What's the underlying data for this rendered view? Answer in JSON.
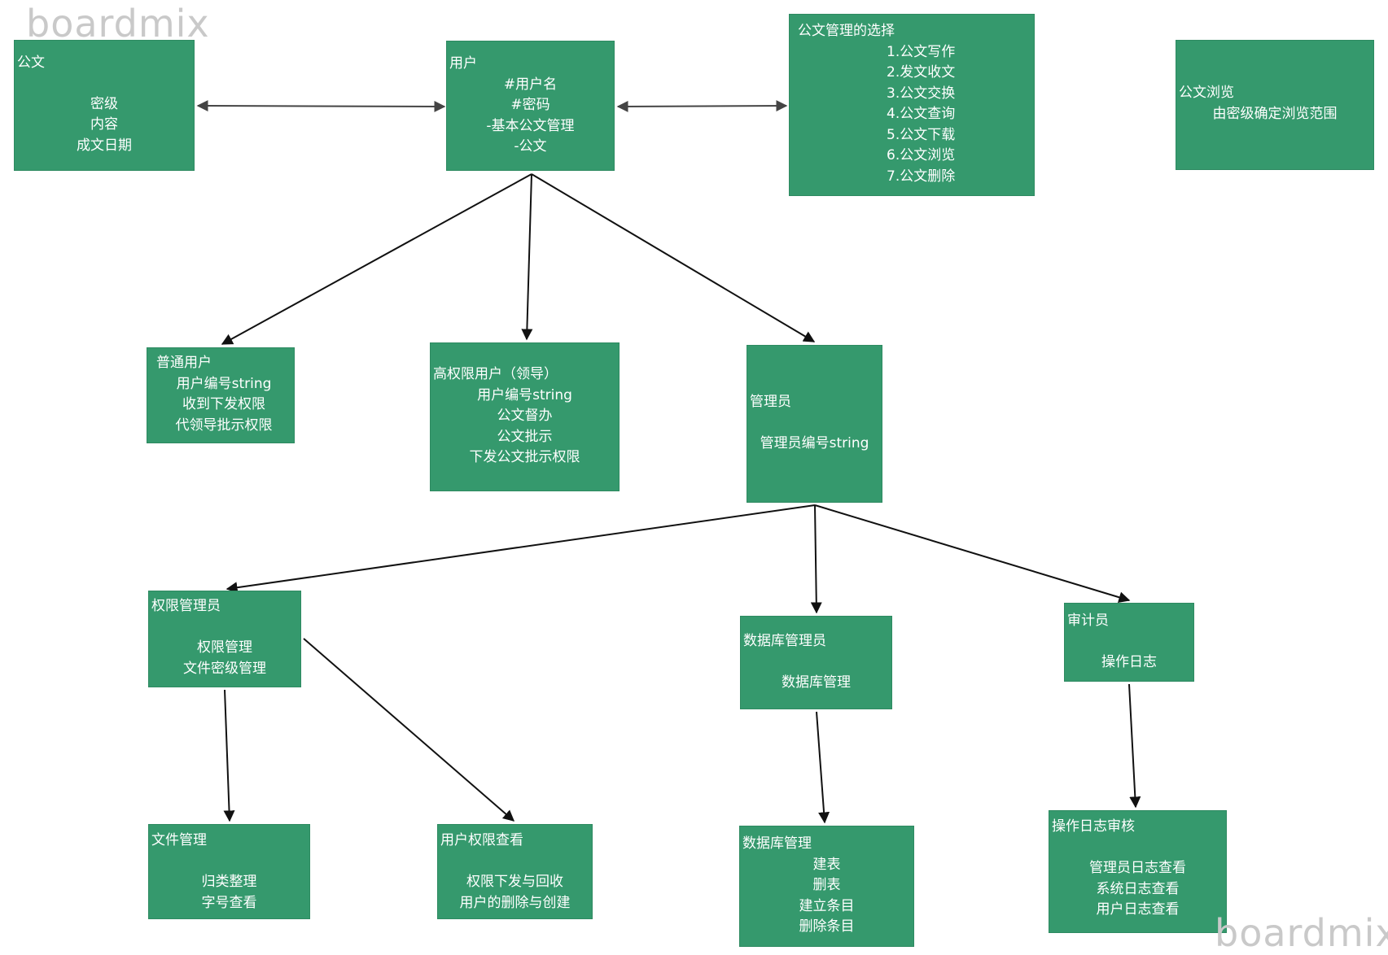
{
  "watermarks": {
    "top_left": "boardmix",
    "bottom_right": "boardmix"
  },
  "colors": {
    "node_fill": "#35996d",
    "text": "#ffffff",
    "edge": "#111111",
    "watermark": "#c9c9c9"
  },
  "nodes": {
    "gongwen": {
      "title": "公文",
      "lines": [
        "密级",
        "内容",
        "成文日期"
      ]
    },
    "yonghu": {
      "title": "用户",
      "lines": [
        "#用户名",
        "#密码",
        "-基本公文管理",
        "-公文"
      ]
    },
    "xuanze": {
      "title": "公文管理的选择",
      "lines": [
        "1.公文写作",
        "2.发文收文",
        "3.公文交换",
        "4.公文查询",
        "5.公文下载",
        "6.公文浏览",
        "7.公文删除"
      ]
    },
    "liulan": {
      "title": "公文浏览",
      "lines": [
        "由密级确定浏览范围"
      ]
    },
    "putong": {
      "title": "普通用户",
      "lines": [
        "用户编号string",
        "收到下发权限",
        "代领导批示权限"
      ]
    },
    "gaoquanxian": {
      "title": "高权限用户（领导）",
      "lines": [
        "用户编号string",
        "公文督办",
        "公文批示",
        "下发公文批示权限"
      ]
    },
    "guanliyuan": {
      "title": "管理员",
      "lines": [
        "",
        "管理员编号string"
      ]
    },
    "quanxian": {
      "title": "权限管理员",
      "lines": [
        "",
        "权限管理",
        "文件密级管理"
      ]
    },
    "shujuku": {
      "title": "数据库管理员",
      "lines": [
        "",
        "数据库管理"
      ]
    },
    "shenji": {
      "title": "审计员",
      "lines": [
        "",
        "操作日志"
      ]
    },
    "wenjian": {
      "title": "文件管理",
      "lines": [
        "",
        "归类整理",
        "字号查看"
      ]
    },
    "yonghuquanxian": {
      "title": "用户权限查看",
      "lines": [
        "",
        "权限下发与回收",
        "用户的删除与创建"
      ]
    },
    "shujukuguanli": {
      "title": "数据库管理",
      "lines": [
        "建表",
        "删表",
        "建立条目",
        "删除条目"
      ]
    },
    "rizhi": {
      "title": "操作日志审核",
      "lines": [
        "",
        "管理员日志查看",
        "系统日志查看",
        "用户日志查看"
      ]
    }
  },
  "edges": [
    {
      "from": "gongwen",
      "to": "yonghu",
      "type": "bidirectional"
    },
    {
      "from": "yonghu",
      "to": "xuanze",
      "type": "bidirectional"
    },
    {
      "from": "yonghu",
      "to": "putong",
      "type": "directed"
    },
    {
      "from": "yonghu",
      "to": "gaoquanxian",
      "type": "directed"
    },
    {
      "from": "yonghu",
      "to": "guanliyuan",
      "type": "directed"
    },
    {
      "from": "guanliyuan",
      "to": "quanxian",
      "type": "directed"
    },
    {
      "from": "guanliyuan",
      "to": "shujuku",
      "type": "directed"
    },
    {
      "from": "guanliyuan",
      "to": "shenji",
      "type": "directed"
    },
    {
      "from": "quanxian",
      "to": "wenjian",
      "type": "directed"
    },
    {
      "from": "quanxian",
      "to": "yonghuquanxian",
      "type": "directed"
    },
    {
      "from": "shujuku",
      "to": "shujukuguanli",
      "type": "directed"
    },
    {
      "from": "shenji",
      "to": "rizhi",
      "type": "directed"
    }
  ]
}
